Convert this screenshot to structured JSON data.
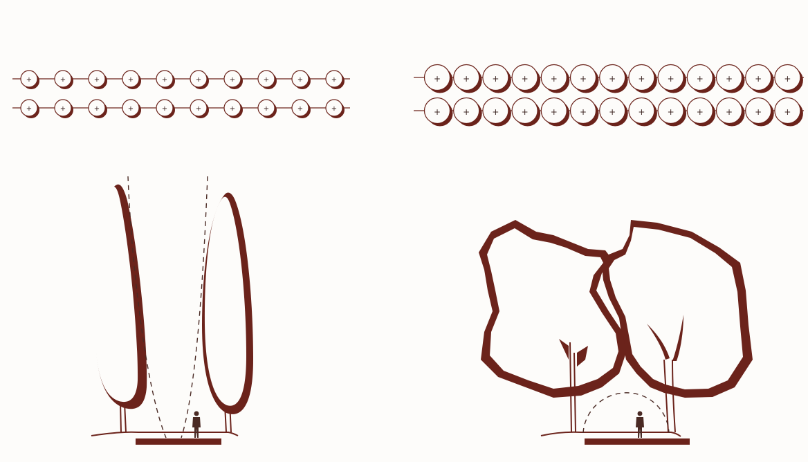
{
  "colors": {
    "ink": "#6b231b",
    "paper": "#fdfcfa",
    "dash": "#4a2a24"
  },
  "plan_left": {
    "rows": 2,
    "trees_per_row": 10,
    "tree_marker": "+"
  },
  "plan_right": {
    "rows": 2,
    "trees_per_row": 13,
    "tree_marker": "+"
  },
  "section_left": {
    "tree_form": "columnar",
    "figures": 1
  },
  "section_right": {
    "tree_form": "spreading-canopy",
    "figures": 1
  }
}
